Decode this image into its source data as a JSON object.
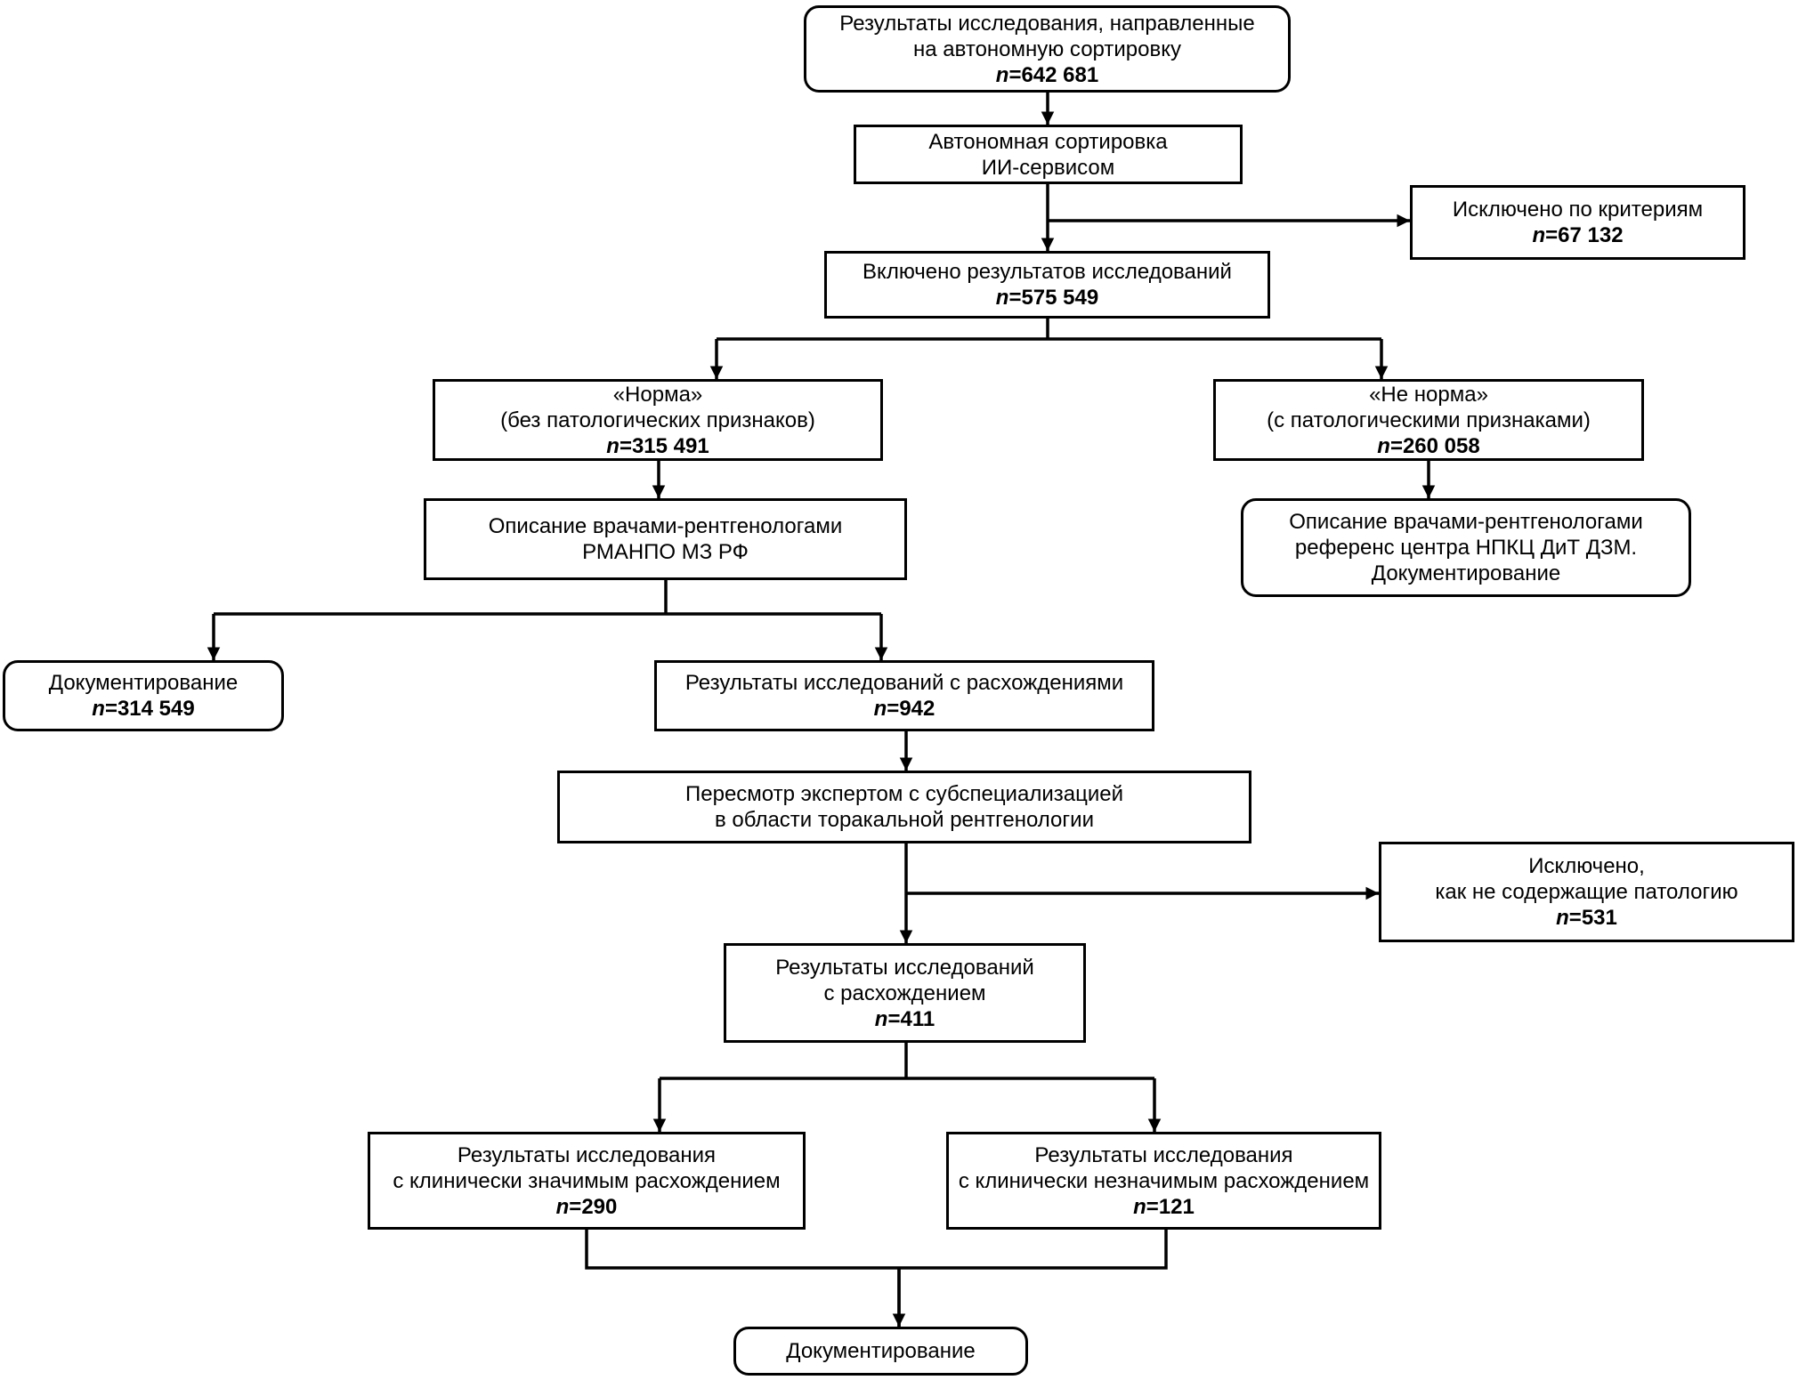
{
  "nodes": {
    "submitted": {
      "lines": [
        "Результаты исследования, направленные",
        "на автономную сортировку"
      ],
      "n_prefix": "n",
      "n_value": "=642 681"
    },
    "sorting": {
      "lines": [
        "Автономная сортировка",
        "ИИ-сервисом"
      ]
    },
    "excluded_criteria": {
      "lines": [
        "Исключено по критериям"
      ],
      "n_prefix": "n",
      "n_value": "=67 132"
    },
    "included": {
      "lines": [
        "Включено результатов исследований"
      ],
      "n_prefix": "n",
      "n_value": "=575 549"
    },
    "norm": {
      "lines": [
        "«Норма»",
        "(без патологических признаков)"
      ],
      "n_prefix": "n",
      "n_value": "=315 491"
    },
    "not_norm": {
      "lines": [
        "«Не норма»",
        "(с патологическими признаками)"
      ],
      "n_prefix": "n",
      "n_value": "=260 058"
    },
    "rmanpo_description": {
      "lines": [
        "Описание врачами-рентгенологами",
        "РМАНПО МЗ РФ"
      ]
    },
    "reference_description": {
      "lines": [
        "Описание врачами-рентгенологами",
        "референс центра НПКЦ ДиТ ДЗМ.",
        "Документирование"
      ]
    },
    "documentation_1": {
      "lines": [
        "Документирование"
      ],
      "n_prefix": "n",
      "n_value": "=314 549"
    },
    "discrepancies": {
      "lines": [
        "Результаты исследований с расхождениями"
      ],
      "n_prefix": "n",
      "n_value": "=942"
    },
    "expert_review": {
      "lines": [
        "Пересмотр экспертом с субспециализацией",
        "в области торакальной рентгенологии"
      ]
    },
    "excluded_no_pathology": {
      "lines": [
        "Исключено,",
        "как не содержащие патологию"
      ],
      "n_prefix": "n",
      "n_value": "=531"
    },
    "discrepancy_confirmed": {
      "lines": [
        "Результаты исследований",
        "с расхождением"
      ],
      "n_prefix": "n",
      "n_value": "=411"
    },
    "clinically_significant": {
      "lines": [
        "Результаты исследования",
        "с клинически значимым расхождением"
      ],
      "n_prefix": "n",
      "n_value": "=290"
    },
    "clinically_insignificant": {
      "lines": [
        "Результаты исследования",
        "с клинически незначимым расхождением"
      ],
      "n_prefix": "n",
      "n_value": "=121"
    },
    "documentation_2": {
      "lines": [
        "Документирование"
      ]
    }
  }
}
